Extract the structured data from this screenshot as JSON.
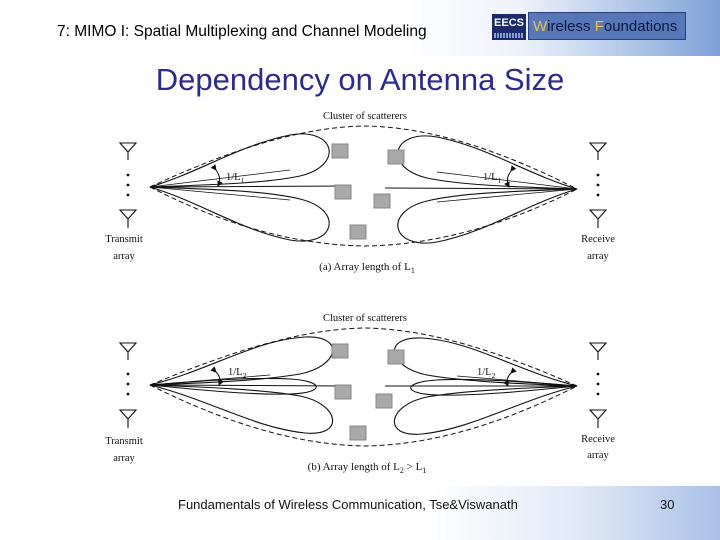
{
  "header": {
    "title": "7: MIMO I: Spatial Multiplexing and Channel Modeling",
    "logo_eecs": "EECS",
    "logo_wf_w": "W",
    "logo_wf_mid": "ireless ",
    "logo_wf_f": "F",
    "logo_wf_end": "oundations"
  },
  "slide": {
    "title": "Dependency on Antenna Size"
  },
  "diagram": {
    "top": {
      "cluster_label": "Cluster of scatterers",
      "tx_angle_label": "1/L",
      "tx_angle_sub": "1",
      "rx_angle_label": "1/L",
      "rx_angle_sub": "1",
      "tx_label_line1": "Transmit",
      "tx_label_line2": "array",
      "rx_label_line1": "Receive",
      "rx_label_line2": "array",
      "caption_prefix": "(a) Array length of L",
      "caption_sub": "1",
      "caption_suffix": ""
    },
    "bottom": {
      "cluster_label": "Cluster of scatterers",
      "tx_angle_label": "1/L",
      "tx_angle_sub": "2",
      "rx_angle_label": "1/L",
      "rx_angle_sub": "2",
      "tx_label_line1": "Transmit",
      "tx_label_line2": "array",
      "rx_label_line1": "Receive",
      "rx_label_line2": "array",
      "caption_prefix": "(b) Array length of L",
      "caption_sub": "2",
      "caption_mid": " > L",
      "caption_sub2": "1"
    }
  },
  "footer": {
    "text": "Fundamentals of Wireless Communication, Tse&Viswanath",
    "page": "30"
  },
  "colors": {
    "title": "#2b2b8c",
    "scatterer": "#a8a8a8"
  }
}
